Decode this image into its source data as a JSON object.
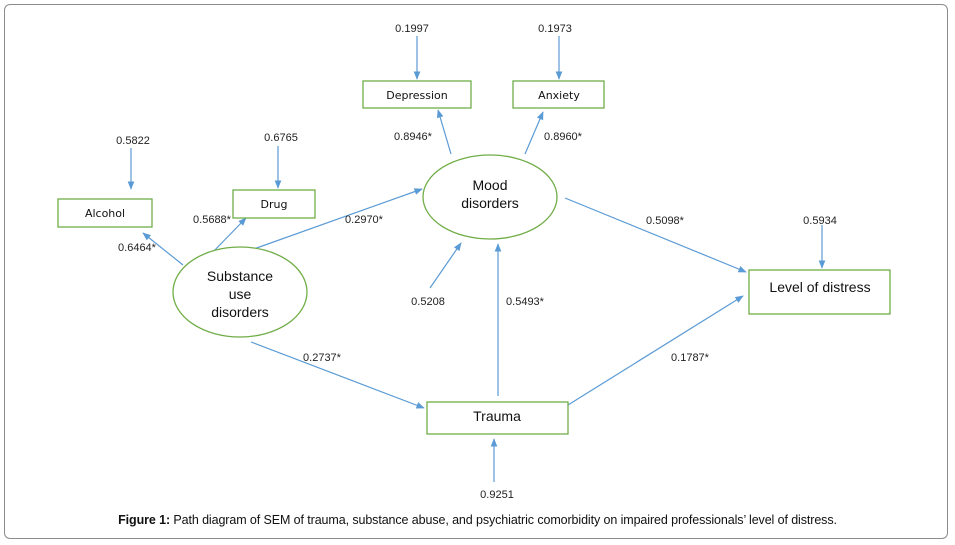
{
  "diagram": {
    "type": "structural-equation-model path diagram",
    "nodes": {
      "depression": {
        "label": "Depression",
        "kind": "observed"
      },
      "anxiety": {
        "label": "Anxiety",
        "kind": "observed"
      },
      "alcohol": {
        "label": "Alcohol",
        "kind": "observed"
      },
      "drug": {
        "label": "Drug",
        "kind": "observed"
      },
      "level_of_distress": {
        "label": "Level of distress",
        "kind": "observed"
      },
      "trauma": {
        "label": "Trauma",
        "kind": "observed"
      },
      "mood_disorders": {
        "label_lines": [
          "Mood",
          "disorders"
        ],
        "kind": "latent"
      },
      "substance_use_disorders": {
        "label_lines": [
          "Substance",
          "use",
          "disorders"
        ],
        "kind": "latent"
      }
    },
    "paths": [
      {
        "from": "mood_disorders",
        "to": "depression",
        "coefficient": "0.8946*"
      },
      {
        "from": "mood_disorders",
        "to": "anxiety",
        "coefficient": "0.8960*"
      },
      {
        "from": "substance_use_disorders",
        "to": "alcohol",
        "coefficient": "0.6464*"
      },
      {
        "from": "substance_use_disorders",
        "to": "drug",
        "coefficient": "0.5688*"
      },
      {
        "from": "substance_use_disorders",
        "to": "mood_disorders",
        "coefficient": "0.2970*"
      },
      {
        "from": "substance_use_disorders",
        "to": "trauma",
        "coefficient": "0.2737*"
      },
      {
        "from": "trauma",
        "to": "mood_disorders",
        "coefficient": "0.5493*"
      },
      {
        "from": "mood_disorders",
        "to": "level_of_distress",
        "coefficient": "0.5098*"
      },
      {
        "from": "trauma",
        "to": "level_of_distress",
        "coefficient": "0.1787*"
      }
    ],
    "error_terms": [
      {
        "node": "depression",
        "value": "0.1997"
      },
      {
        "node": "anxiety",
        "value": "0.1973"
      },
      {
        "node": "alcohol",
        "value": "0.5822"
      },
      {
        "node": "drug",
        "value": "0.6765"
      },
      {
        "node": "mood_disorders",
        "value": "0.5208"
      },
      {
        "node": "level_of_distress",
        "value": "0.5934"
      },
      {
        "node": "trauma",
        "value": "0.9251"
      }
    ],
    "colors": {
      "node_border": "#70ad47",
      "arrow": "#5b9bd5",
      "frame": "#8c8c8c"
    }
  },
  "caption": {
    "prefix": "Figure 1:",
    "text": " Path diagram of SEM of trauma, substance abuse, and psychiatric comorbidity on impaired professionals’ level of distress."
  }
}
